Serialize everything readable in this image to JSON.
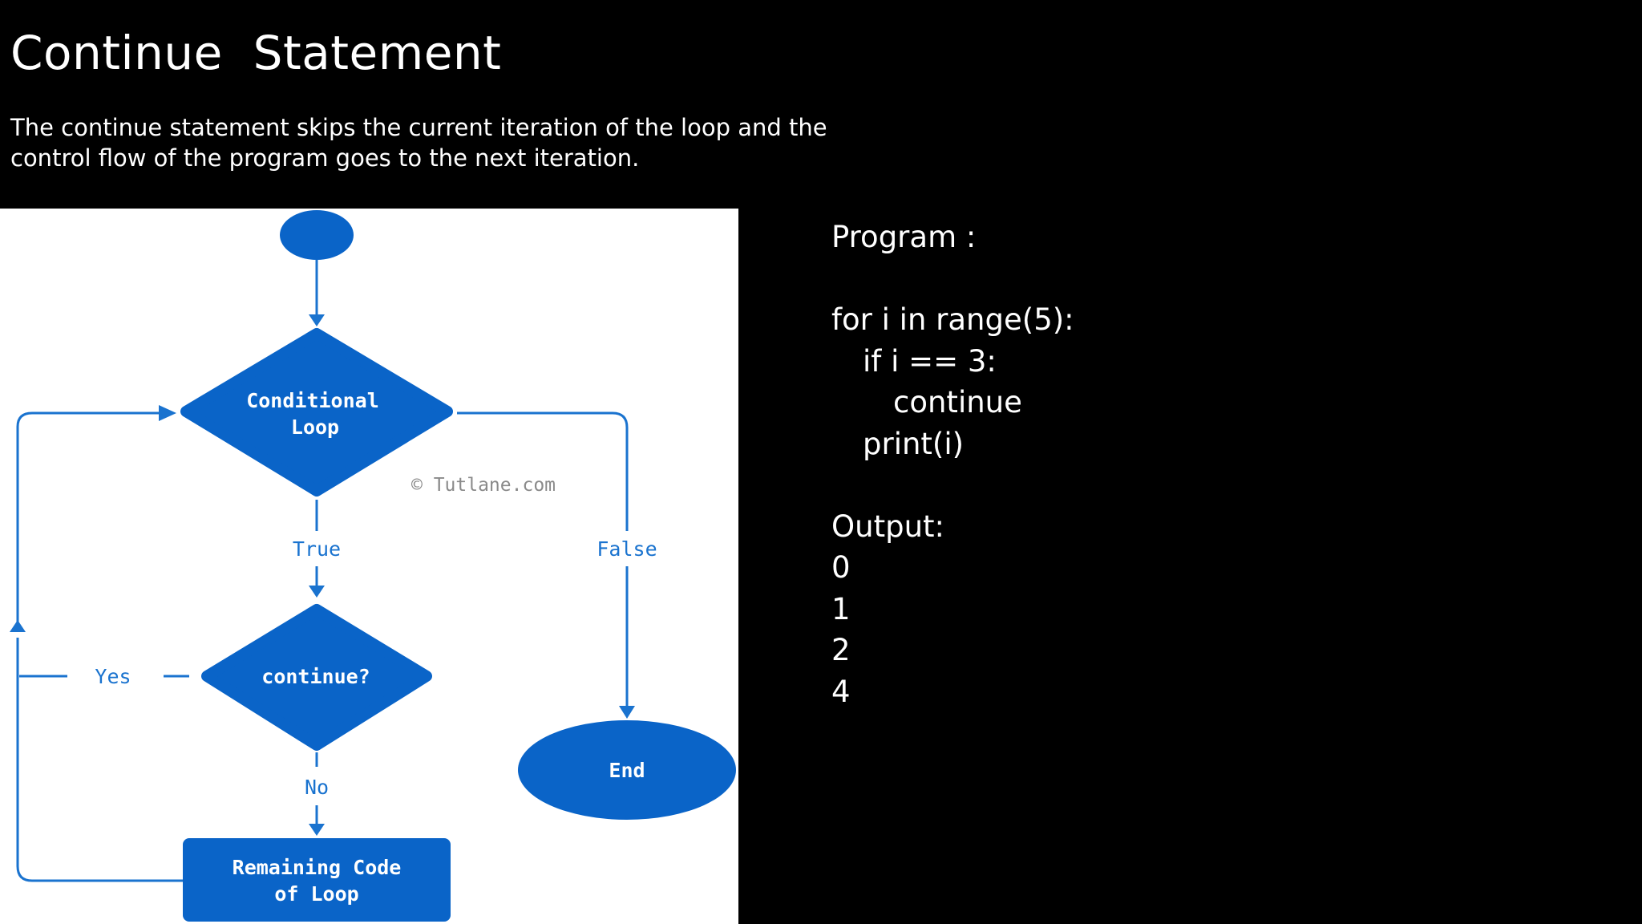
{
  "slide": {
    "title": "Continue  Statement",
    "description_line1": "The continue statement skips the current iteration of the loop and the",
    "description_line2": "control flow of the program goes to the next iteration."
  },
  "flowchart": {
    "colors": {
      "shape_fill": "#0a64c8",
      "line": "#1a73cf",
      "background": "#ffffff"
    },
    "conditional_line1": "Conditional",
    "conditional_line2": "Loop",
    "watermark": "© Tutlane.com",
    "true_label": "True",
    "false_label": "False",
    "continue_label": "continue?",
    "yes_label": "Yes",
    "no_label": "No",
    "end_label": "End",
    "remaining_line1": "Remaining Code",
    "remaining_line2": "of Loop"
  },
  "program": {
    "heading": "Program :",
    "code_lines": [
      "for i in range(5):",
      "if i == 3:",
      "continue",
      "print(i)"
    ],
    "output_heading": "Output:",
    "output_values": [
      "0",
      "1",
      "2",
      "4"
    ]
  }
}
